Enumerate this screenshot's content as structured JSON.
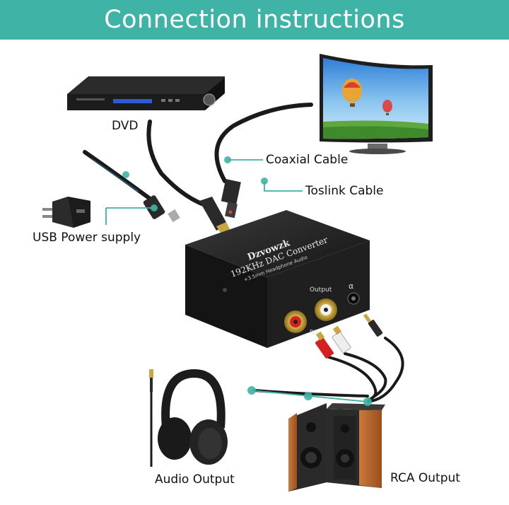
{
  "header": {
    "title": "Connection instructions"
  },
  "labels": {
    "dvd": "DVD",
    "coaxial": "Coaxial Cable",
    "toslink": "Toslink Cable",
    "usb_power": "USB Power supply",
    "audio_output": "Audio Output",
    "rca_output": "RCA Output"
  },
  "device": {
    "brand": "Dzvowzk",
    "model": "192KHz DAC Converter",
    "subtitle": "+3.5mm Headphone Audio",
    "output_label": "Output",
    "rl_label": "R/L"
  },
  "colors": {
    "accent": "#3fb3a6",
    "callout": "#3fb3a6",
    "rca_red": "#d42020",
    "device_body": "#1a1a1a",
    "gold": "#c9a640",
    "speaker_wood": "#b8652a"
  },
  "icons": [
    "dvd-player-icon",
    "curved-tv-icon",
    "usb-wall-charger-icon",
    "headphones-icon",
    "bookshelf-speakers-icon",
    "dac-converter-icon",
    "cable-icon"
  ]
}
